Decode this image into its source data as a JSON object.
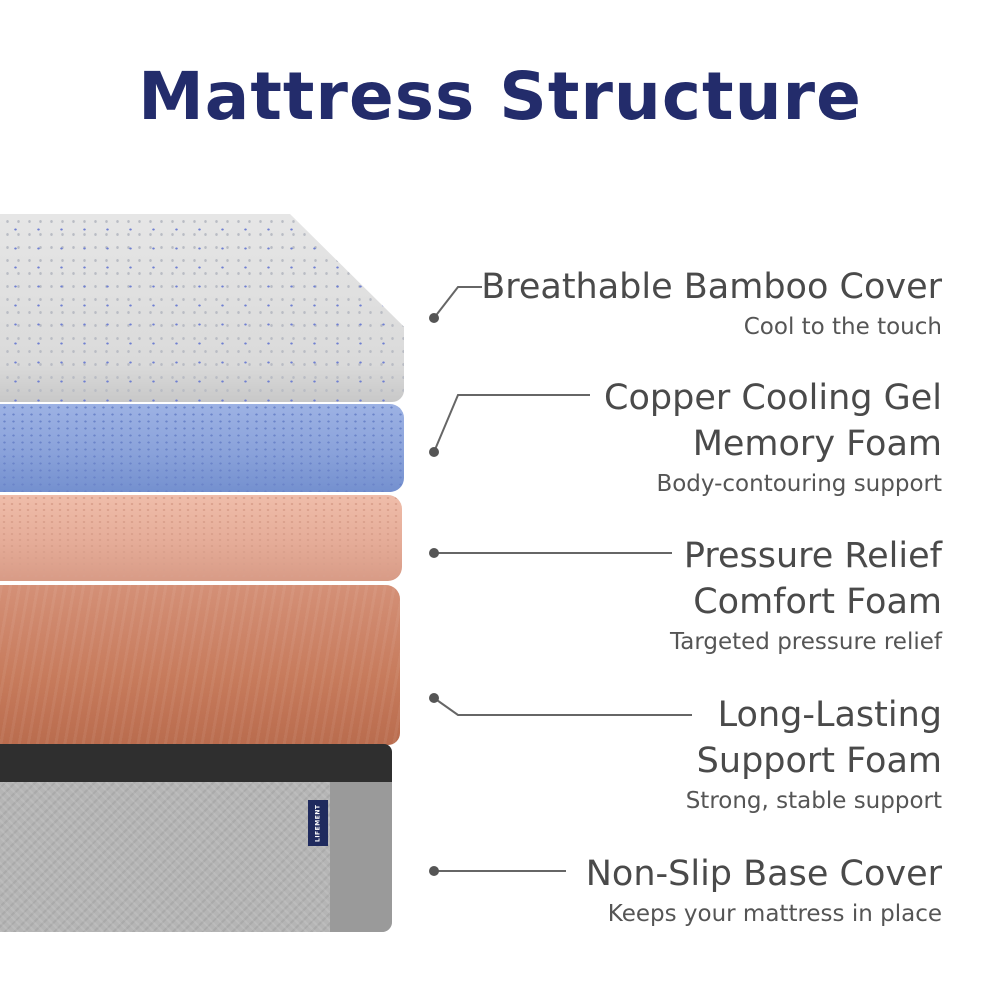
{
  "page": {
    "title": "Mattress Structure",
    "brand_tag": "LIFEMENT"
  },
  "colors": {
    "title": "#232c6b",
    "text": "#4a4a4a",
    "line": "#666666"
  },
  "layers": [
    {
      "head_lines": [
        "Breathable Bamboo Cover"
      ],
      "sub": "Cool to the touch"
    },
    {
      "head_lines": [
        "Copper Cooling Gel",
        "Memory Foam"
      ],
      "sub": "Body-contouring support"
    },
    {
      "head_lines": [
        "Pressure Relief",
        "Comfort Foam"
      ],
      "sub": "Targeted pressure relief"
    },
    {
      "head_lines": [
        "Long-Lasting",
        "Support Foam"
      ],
      "sub": "Strong, stable support"
    },
    {
      "head_lines": [
        "Non-Slip Base Cover"
      ],
      "sub": "Keeps your mattress in place"
    }
  ]
}
